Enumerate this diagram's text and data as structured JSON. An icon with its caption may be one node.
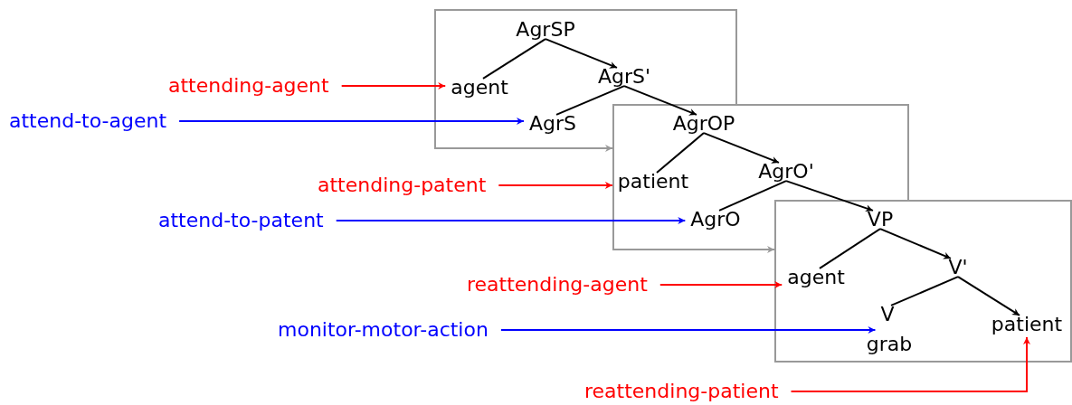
{
  "diagram": {
    "nodes": [
      {
        "text": [],
        "shape": "box"
      },
      {
        "text": [
          "AgrSP"
        ],
        "in": 0
      },
      {
        "text": [
          "agent"
        ],
        "in": 0
      },
      {
        "text": [
          "AgrS'"
        ],
        "in": 0
      },
      {
        "text": [
          "AgrS"
        ],
        "in": 0
      },
      {
        "text": [],
        "shape": "box"
      },
      {
        "text": [
          "AgrOP"
        ]
      },
      {
        "text": [
          "patient"
        ],
        "in": 5
      },
      {
        "text": [
          "AgrO'"
        ],
        "in": 5
      },
      {
        "text": [
          "AgrO"
        ],
        "in": 5
      },
      {
        "text": [],
        "shape": "box"
      },
      {
        "text": [
          "VP"
        ]
      },
      {
        "text": [
          "agent"
        ],
        "in": 10
      },
      {
        "text": [
          "V'"
        ],
        "in": 10
      },
      {
        "text": [
          "V"
        ],
        "in": 10
      },
      {
        "text": [
          "grab"
        ],
        "in": 10
      },
      {
        "text": [
          "patient"
        ],
        "in": 10
      },
      {
        "text": [
          "attending-agent"
        ]
      },
      {
        "text": [
          "attend-to-agent"
        ]
      },
      {
        "text": [
          "attending-patent"
        ]
      },
      {
        "text": [
          "attend-to-patent"
        ]
      },
      {
        "text": [
          "reattending-agent"
        ]
      },
      {
        "text": [
          "monitor-motor-action"
        ]
      },
      {
        "text": [
          "reattending-patient"
        ]
      }
    ],
    "edges": [
      {
        "from": 1,
        "to": 2,
        "arrow": "none"
      },
      {
        "from": 1,
        "to": 3,
        "arrow": "to"
      },
      {
        "from": 3,
        "to": 4,
        "arrow": "none"
      },
      {
        "from": 3,
        "to": 6,
        "arrow": "to"
      },
      {
        "from": 6,
        "to": 7,
        "arrow": "none"
      },
      {
        "from": 6,
        "to": 8,
        "arrow": "to"
      },
      {
        "from": 8,
        "to": 9,
        "arrow": "none"
      },
      {
        "from": 8,
        "to": 11,
        "arrow": "to"
      },
      {
        "from": 11,
        "to": 12,
        "arrow": "none"
      },
      {
        "from": 11,
        "to": 13,
        "arrow": "to"
      },
      {
        "from": 13,
        "to": 14,
        "arrow": "none"
      },
      {
        "from": 13,
        "to": 16,
        "arrow": "to"
      },
      {
        "from": 17,
        "to": 2,
        "arrow": "to",
        "color": "#ff0000"
      },
      {
        "from": 18,
        "to": 4,
        "arrow": "to",
        "color": "#0000ff"
      },
      {
        "from": 19,
        "to": 7,
        "arrow": "to",
        "color": "#ff0000"
      },
      {
        "from": 20,
        "to": 9,
        "arrow": "to",
        "color": "#0000ff"
      },
      {
        "from": 21,
        "to": 12,
        "arrow": "to",
        "color": "#ff0000"
      },
      {
        "from": 22,
        "to": 14,
        "arrow": "to",
        "color": "#0000ff"
      },
      {
        "from": 23,
        "to": 16,
        "arrow": "to",
        "color": "#ff0000"
      },
      {
        "from": 0,
        "to": 5,
        "arrow": "to",
        "color": "#999999"
      },
      {
        "from": 5,
        "to": 10,
        "arrow": "to",
        "color": "#999999"
      }
    ]
  }
}
